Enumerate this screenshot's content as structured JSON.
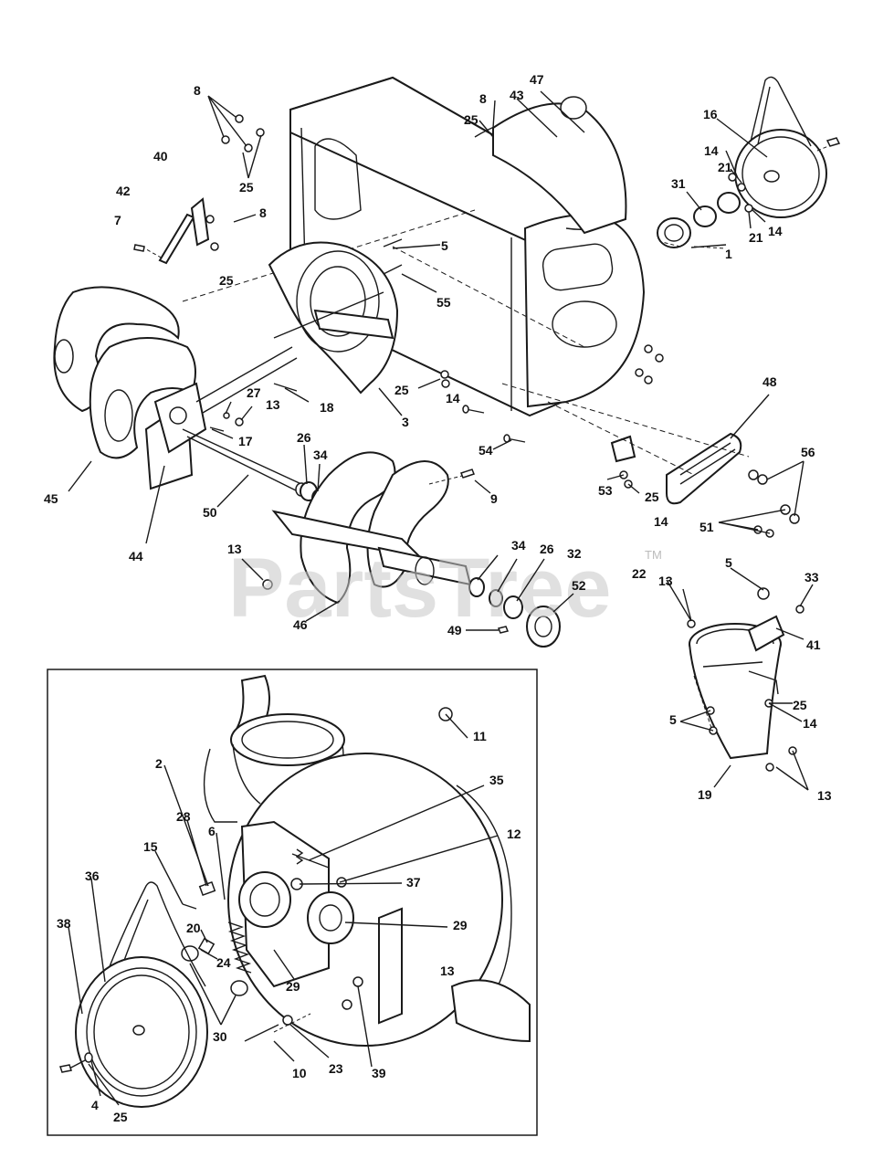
{
  "watermark": {
    "text": "PartsTree",
    "trademark": "TM"
  },
  "callouts": {
    "n1": "1",
    "n2": "2",
    "n3": "3",
    "n4": "4",
    "n5": "5",
    "n6": "6",
    "n7": "7",
    "n8": "8",
    "n9": "9",
    "n10": "10",
    "n11": "11",
    "n12": "12",
    "n13": "13",
    "n14": "14",
    "n15": "15",
    "n16": "16",
    "n17": "17",
    "n18": "18",
    "n19": "19",
    "n20": "20",
    "n21": "21",
    "n22": "22",
    "n23": "23",
    "n24": "24",
    "n25": "25",
    "n26": "26",
    "n27": "27",
    "n28": "28",
    "n29": "29",
    "n30": "30",
    "n31": "31",
    "n32": "32",
    "n33": "33",
    "n34": "34",
    "n35": "35",
    "n36": "36",
    "n37": "37",
    "n38": "38",
    "n39": "39",
    "n40": "40",
    "n41": "41",
    "n42": "42",
    "n43": "43",
    "n44": "44",
    "n45": "45",
    "n46": "46",
    "n47": "47",
    "n48": "48",
    "n49": "49",
    "n50": "50",
    "n51": "51",
    "n52": "52",
    "n53": "53",
    "n54": "54",
    "n55": "55",
    "n56": "56"
  }
}
